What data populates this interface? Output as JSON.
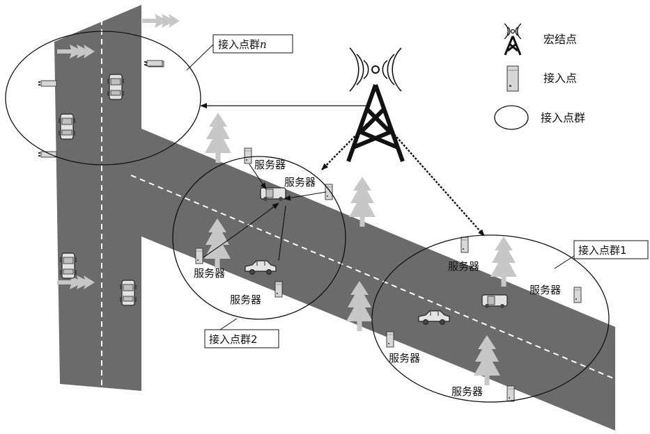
{
  "legend": {
    "macro": "宏结点",
    "ap": "接入点",
    "cluster": "接入点群"
  },
  "clusters": {
    "n": {
      "prefix": "接入点群",
      "suffix": "n"
    },
    "c1": "接入点群1",
    "c2": "接入点群2"
  },
  "server_label": "服务器",
  "colors": {
    "road": "#6b6b6b",
    "tree": "#c7c7c7",
    "stroke": "#111111",
    "lane": "#ffffff"
  }
}
